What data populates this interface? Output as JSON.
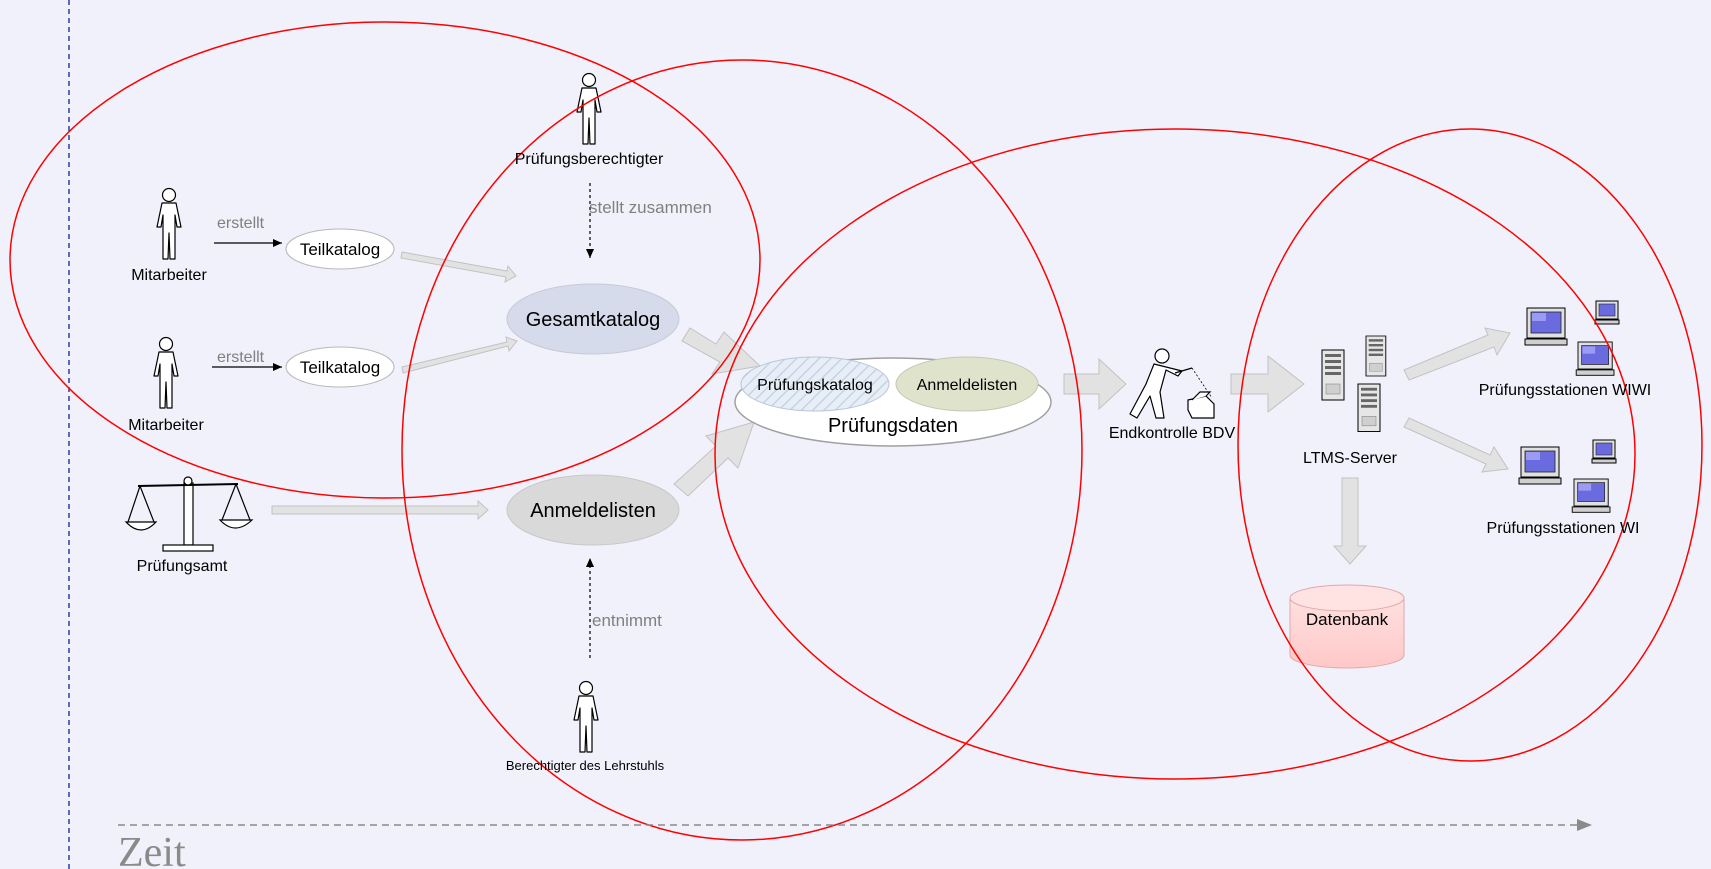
{
  "actors": {
    "mitarbeiter_1": "Mitarbeiter",
    "mitarbeiter_2": "Mitarbeiter",
    "pruefungsberechtigter": "Prüfungsberechtigter",
    "pruefungsamt": "Prüfungsamt",
    "berechtigter_lehrstuhl": "Berechtigter des Lehrstuhls",
    "endkontrolle": "Endkontrolle BDV"
  },
  "arrows": {
    "erstellt_1": "erstellt",
    "erstellt_2": "erstellt",
    "stellt_zusammen": "stellt zusammen",
    "entnimmt": "entnimmt"
  },
  "nodes": {
    "teilkatalog_1": "Teilkatalog",
    "teilkatalog_2": "Teilkatalog",
    "gesamtkatalog": "Gesamtkatalog",
    "anmeldelisten": "Anmeldelisten",
    "pruefungskatalog": "Prüfungskatalog",
    "anmeldelisten_inner": "Anmeldelisten",
    "pruefungsdaten": "Prüfungsdaten",
    "ltms_server": "LTMS-Server",
    "datenbank": "Datenbank",
    "stations_wiwi": "Prüfungsstationen WIWI",
    "stations_wi": "Prüfungsstationen WI"
  },
  "axis": {
    "zeit": "Zeit"
  },
  "colors": {
    "background": "#f1f1fb",
    "circle": "#ff0000",
    "gesamtkatalog_fill": "#d5dbea",
    "anmeldelisten_fill": "#d9d9d9",
    "anmeldelisten_inner_fill": "#dfe3cc",
    "datenbank_fill": "#ffd3d3"
  }
}
